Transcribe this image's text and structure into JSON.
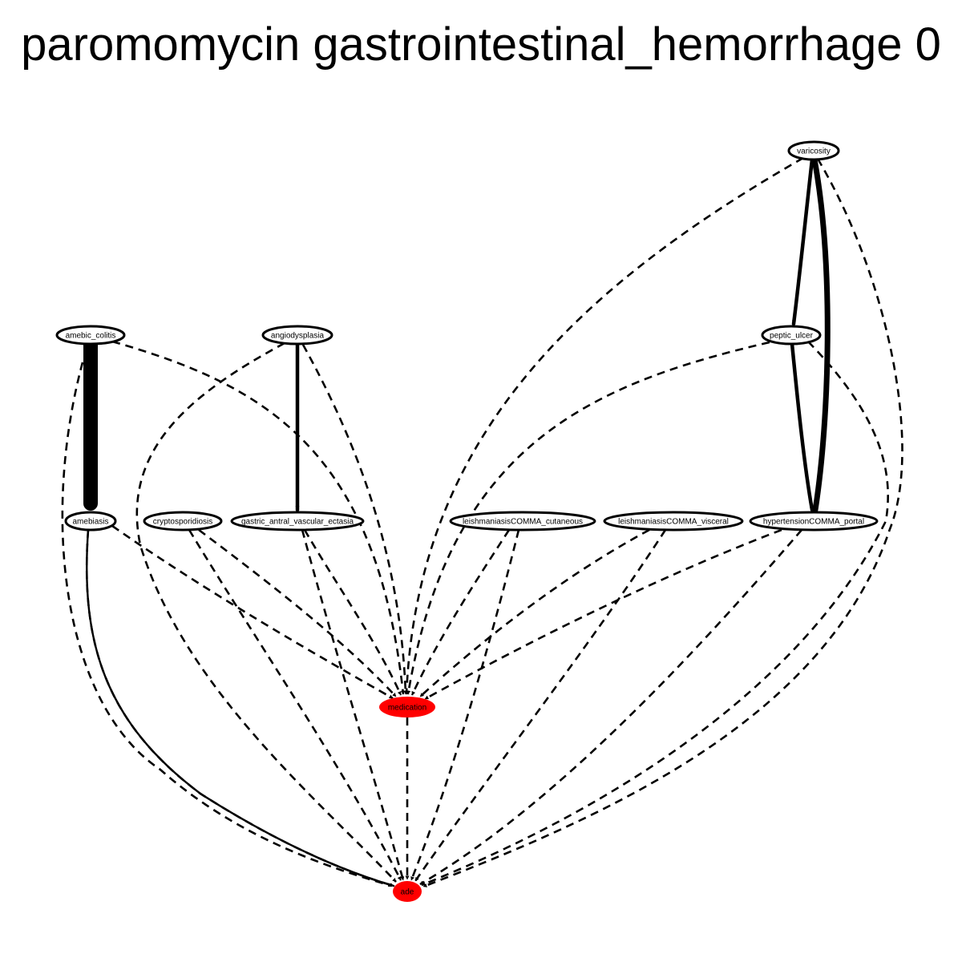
{
  "title": "paromomycin gastrointestinal_hemorrhage 0",
  "colors": {
    "highlight": "#ff0000",
    "node_fill": "#ffffff",
    "stroke": "#000000"
  },
  "nodes": [
    {
      "id": "varicosity",
      "label": "varicosity",
      "highlight": false
    },
    {
      "id": "amebic_colitis",
      "label": "amebic_colitis",
      "highlight": false
    },
    {
      "id": "angiodysplasia",
      "label": "angiodysplasia",
      "highlight": false
    },
    {
      "id": "peptic_ulcer",
      "label": "peptic_ulcer",
      "highlight": false
    },
    {
      "id": "amebiasis",
      "label": "amebiasis",
      "highlight": false
    },
    {
      "id": "cryptosporidiosis",
      "label": "cryptosporidiosis",
      "highlight": false
    },
    {
      "id": "gastric_antral_vascular_ectasia",
      "label": "gastric_antral_vascular_ectasia",
      "highlight": false
    },
    {
      "id": "leishmaniasis_cutaneous",
      "label": "leishmaniasisCOMMA_cutaneous",
      "highlight": false
    },
    {
      "id": "leishmaniasis_visceral",
      "label": "leishmaniasisCOMMA_visceral",
      "highlight": false
    },
    {
      "id": "hypertension_portal",
      "label": "hypertensionCOMMA_portal",
      "highlight": false
    },
    {
      "id": "medication",
      "label": "medication",
      "highlight": true
    },
    {
      "id": "ade",
      "label": "ade",
      "highlight": true
    }
  ],
  "edges": [
    {
      "from": "amebic_colitis",
      "to": "amebiasis",
      "style": "solid",
      "weight": 5
    },
    {
      "from": "angiodysplasia",
      "to": "gastric_antral_vascular_ectasia",
      "style": "solid",
      "weight": 2
    },
    {
      "from": "varicosity",
      "to": "peptic_ulcer",
      "style": "solid",
      "weight": 2
    },
    {
      "from": "varicosity",
      "to": "hypertension_portal",
      "style": "solid",
      "weight": 3
    },
    {
      "from": "peptic_ulcer",
      "to": "hypertension_portal",
      "style": "solid",
      "weight": 2
    },
    {
      "from": "amebiasis",
      "to": "ade",
      "style": "solid",
      "weight": 1
    },
    {
      "from": "varicosity",
      "to": "medication",
      "style": "dashed",
      "weight": 1
    },
    {
      "from": "varicosity",
      "to": "ade",
      "style": "dashed",
      "weight": 1
    },
    {
      "from": "amebic_colitis",
      "to": "medication",
      "style": "dashed",
      "weight": 1
    },
    {
      "from": "amebic_colitis",
      "to": "ade",
      "style": "dashed",
      "weight": 1
    },
    {
      "from": "angiodysplasia",
      "to": "medication",
      "style": "dashed",
      "weight": 1
    },
    {
      "from": "angiodysplasia",
      "to": "ade",
      "style": "dashed",
      "weight": 1
    },
    {
      "from": "peptic_ulcer",
      "to": "medication",
      "style": "dashed",
      "weight": 1
    },
    {
      "from": "peptic_ulcer",
      "to": "ade",
      "style": "dashed",
      "weight": 1
    },
    {
      "from": "amebiasis",
      "to": "medication",
      "style": "dashed",
      "weight": 1
    },
    {
      "from": "amebiasis",
      "to": "ade",
      "style": "dashed",
      "weight": 1
    },
    {
      "from": "cryptosporidiosis",
      "to": "medication",
      "style": "dashed",
      "weight": 1
    },
    {
      "from": "cryptosporidiosis",
      "to": "ade",
      "style": "dashed",
      "weight": 1
    },
    {
      "from": "gastric_antral_vascular_ectasia",
      "to": "medication",
      "style": "dashed",
      "weight": 1
    },
    {
      "from": "gastric_antral_vascular_ectasia",
      "to": "ade",
      "style": "dashed",
      "weight": 1
    },
    {
      "from": "leishmaniasis_cutaneous",
      "to": "medication",
      "style": "dashed",
      "weight": 1
    },
    {
      "from": "leishmaniasis_cutaneous",
      "to": "ade",
      "style": "dashed",
      "weight": 1
    },
    {
      "from": "leishmaniasis_visceral",
      "to": "medication",
      "style": "dashed",
      "weight": 1
    },
    {
      "from": "leishmaniasis_visceral",
      "to": "ade",
      "style": "dashed",
      "weight": 1
    },
    {
      "from": "hypertension_portal",
      "to": "medication",
      "style": "dashed",
      "weight": 1
    },
    {
      "from": "hypertension_portal",
      "to": "ade",
      "style": "dashed",
      "weight": 1
    },
    {
      "from": "medication",
      "to": "ade",
      "style": "dashed",
      "weight": 1
    }
  ]
}
